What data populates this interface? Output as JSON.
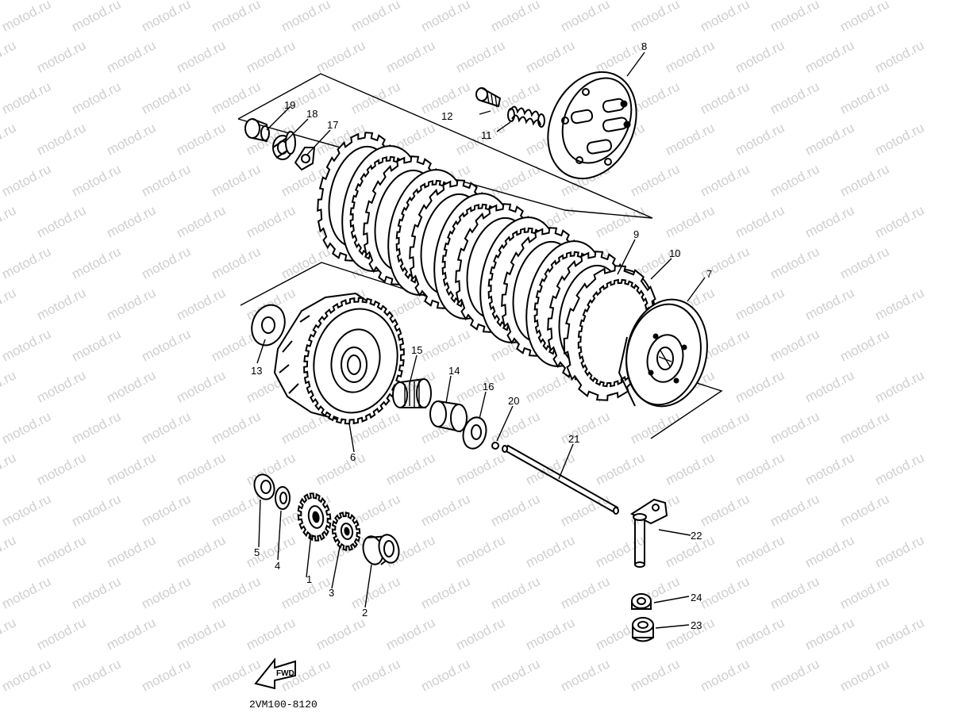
{
  "diagram": {
    "part_code": "2VM100-8120",
    "fwd_label": "FWD",
    "watermark": "motod.ru",
    "callouts": [
      {
        "id": "1",
        "label": "1"
      },
      {
        "id": "2",
        "label": "2"
      },
      {
        "id": "3",
        "label": "3"
      },
      {
        "id": "4",
        "label": "4"
      },
      {
        "id": "5",
        "label": "5"
      },
      {
        "id": "6",
        "label": "6"
      },
      {
        "id": "7",
        "label": "7"
      },
      {
        "id": "8",
        "label": "8"
      },
      {
        "id": "9",
        "label": "9"
      },
      {
        "id": "10",
        "label": "10"
      },
      {
        "id": "11",
        "label": "11"
      },
      {
        "id": "12",
        "label": "12"
      },
      {
        "id": "13",
        "label": "13"
      },
      {
        "id": "14",
        "label": "14"
      },
      {
        "id": "15",
        "label": "15"
      },
      {
        "id": "16",
        "label": "16"
      },
      {
        "id": "17",
        "label": "17"
      },
      {
        "id": "18",
        "label": "18"
      },
      {
        "id": "19",
        "label": "19"
      },
      {
        "id": "20",
        "label": "20"
      },
      {
        "id": "21",
        "label": "21"
      },
      {
        "id": "22",
        "label": "22"
      },
      {
        "id": "23",
        "label": "23"
      },
      {
        "id": "24",
        "label": "24"
      }
    ]
  }
}
